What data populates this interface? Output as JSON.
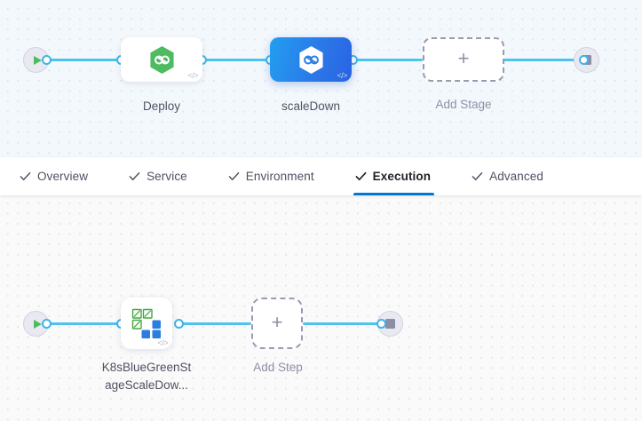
{
  "theme": {
    "accent_blue": "#0278d5",
    "edge_blue": "#4ec3f0",
    "selected_node_gradient_from": "#229ef0",
    "selected_node_gradient_to": "#2a63e2",
    "harness_green": "#4dbb5f",
    "muted_text": "#8f90a6",
    "body_text": "#4f5162",
    "stage_canvas_bg": "#f3f8fc",
    "step_canvas_bg": "#fafafa"
  },
  "stage_canvas": {
    "start_node": {
      "icon": "play-icon"
    },
    "end_node": {
      "icon": "stop-icon"
    },
    "nodes": [
      {
        "id": "deploy",
        "label": "Deploy",
        "icon": "harness-hexagon-icon",
        "badge": "</>",
        "selected": false,
        "type": "stage"
      },
      {
        "id": "scaledown",
        "label": "scaleDown",
        "icon": "harness-hexagon-icon",
        "badge": "</>",
        "selected": true,
        "type": "stage"
      },
      {
        "id": "add-stage",
        "label": "Add Stage",
        "icon": "plus-icon",
        "selected": false,
        "type": "add"
      }
    ]
  },
  "tabs": {
    "items": [
      {
        "id": "overview",
        "label": "Overview",
        "check": true,
        "active": false
      },
      {
        "id": "service",
        "label": "Service",
        "check": true,
        "active": false
      },
      {
        "id": "environment",
        "label": "Environment",
        "check": true,
        "active": false
      },
      {
        "id": "execution",
        "label": "Execution",
        "check": true,
        "active": true
      },
      {
        "id": "advanced",
        "label": "Advanced",
        "check": true,
        "active": false
      }
    ]
  },
  "step_canvas": {
    "start_node": {
      "icon": "play-icon"
    },
    "end_node": {
      "icon": "stop-icon"
    },
    "nodes": [
      {
        "id": "k8s-bluegreen-scaledown",
        "label_line1": "K8sBlueGreenSt",
        "label_line2": "ageScaleDow...",
        "icon": "kubernetes-squares-icon",
        "badge": "</>",
        "type": "step"
      },
      {
        "id": "add-step",
        "label": "Add Step",
        "icon": "plus-icon",
        "type": "add"
      }
    ]
  }
}
